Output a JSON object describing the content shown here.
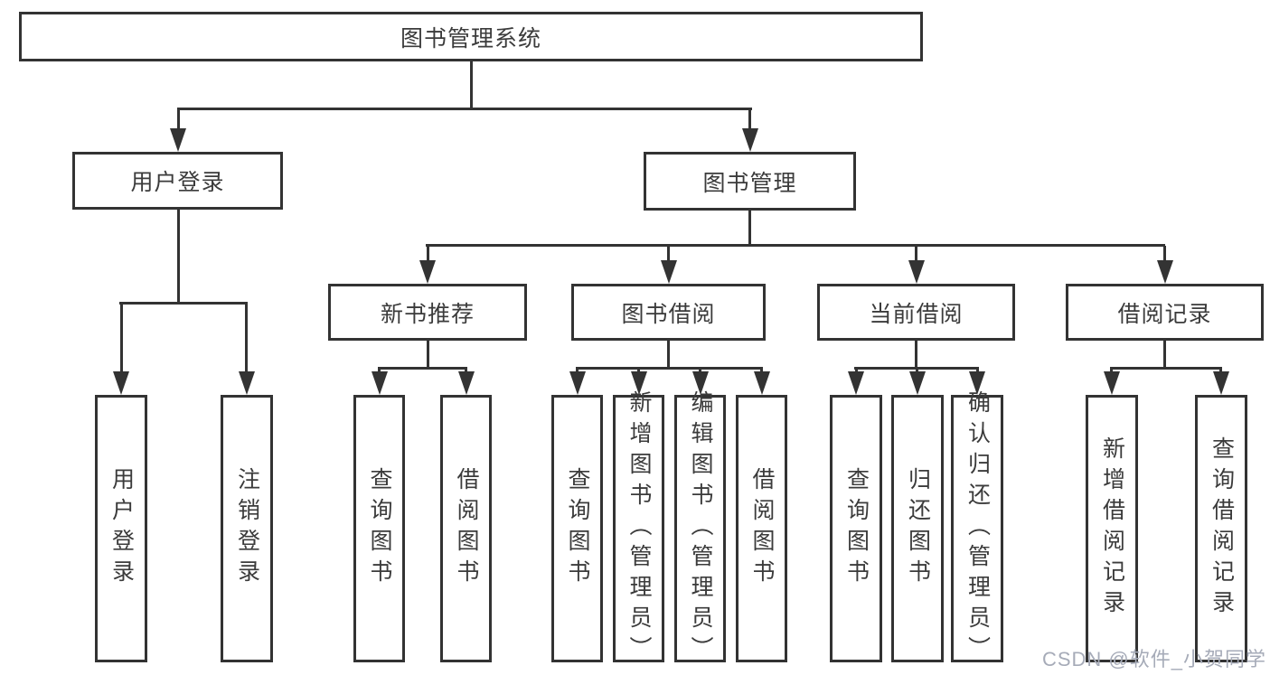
{
  "diagram": {
    "root": {
      "label": "图书管理系统"
    },
    "level2": {
      "user_login": {
        "label": "用户登录"
      },
      "book_management": {
        "label": "图书管理"
      }
    },
    "level3": {
      "new_book_recommend": {
        "label": "新书推荐"
      },
      "book_borrow": {
        "label": "图书借阅"
      },
      "current_borrow": {
        "label": "当前借阅"
      },
      "borrow_records": {
        "label": "借阅记录"
      }
    },
    "leaves": {
      "user_login": {
        "login": "用户登录",
        "logout": "注销登录"
      },
      "new_book_recommend": {
        "query": "查询图书",
        "borrow": "借阅图书"
      },
      "book_borrow": {
        "query": "查询图书",
        "add": "新增图书（管理员）",
        "edit": "编辑图书（管理员）",
        "borrow": "借阅图书"
      },
      "current_borrow": {
        "query": "查询图书",
        "return": "归还图书",
        "confirm": "确认归还（管理员）"
      },
      "borrow_records": {
        "add": "新增借阅记录",
        "query": "查询借阅记录"
      }
    }
  },
  "watermark": {
    "text": "CSDN @软件_小贺同学"
  },
  "colors": {
    "line": "#333333",
    "text": "#3b3b3b",
    "background": "#ffffff",
    "watermark": "#a6abb8"
  }
}
